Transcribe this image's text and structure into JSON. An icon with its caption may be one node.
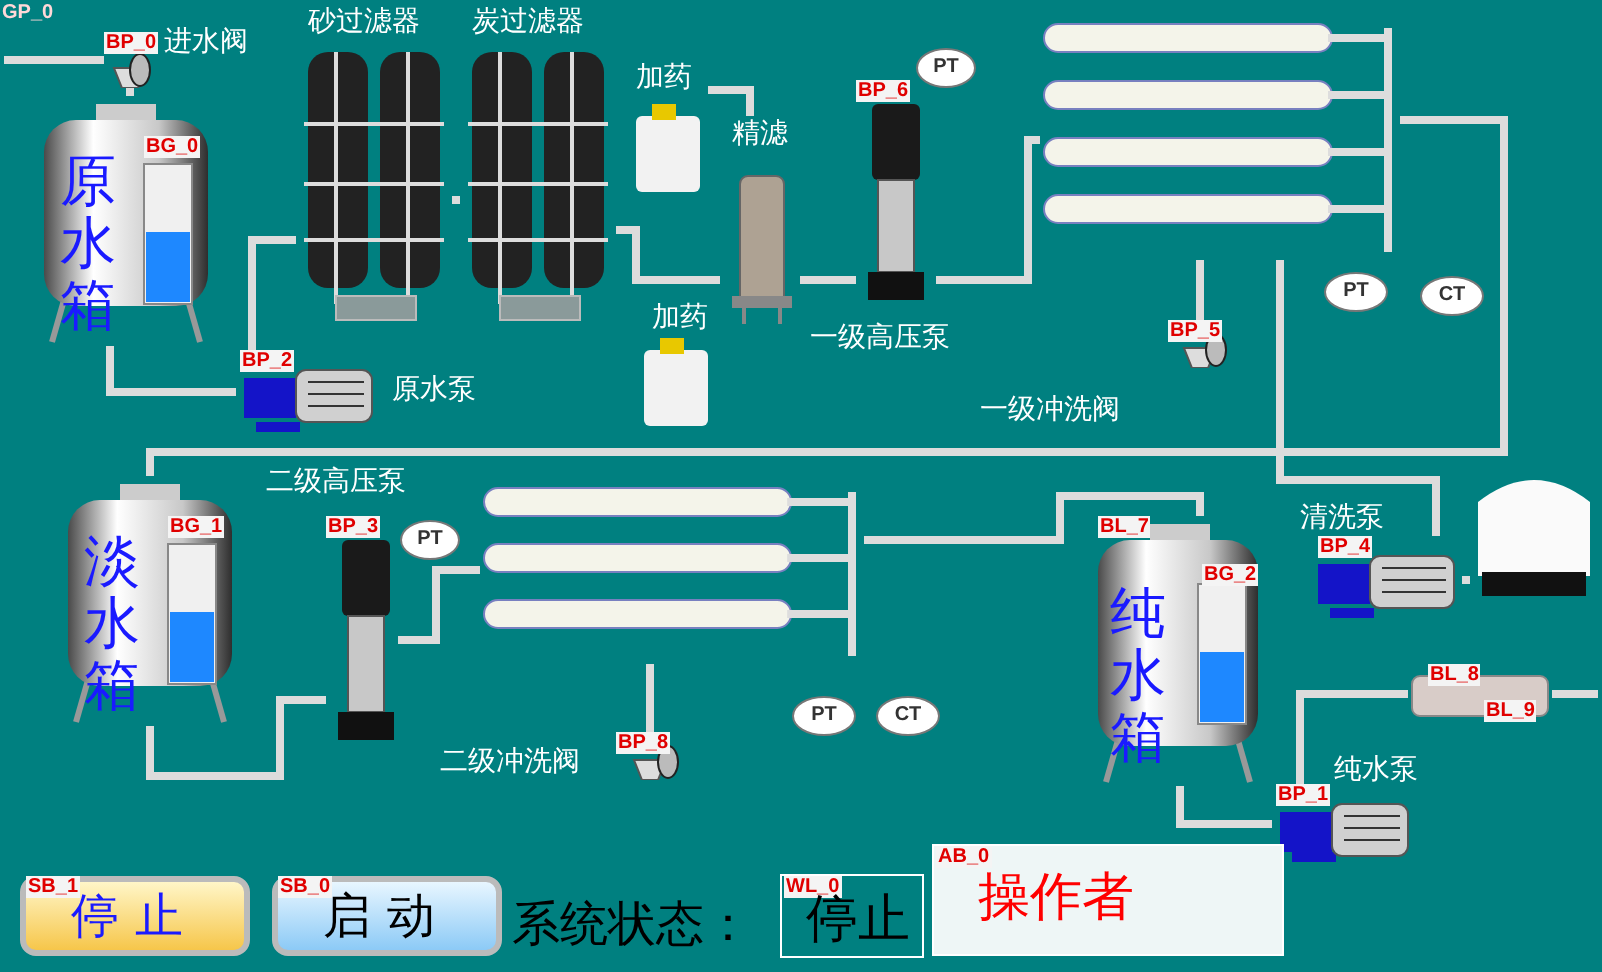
{
  "diagram": {
    "nodes": [
      {
        "text": [
          "原水箱",
          "BG_0"
        ]
      },
      {
        "text": [
          "BP_0"
        ],
        "beside": [
          "进水阀"
        ]
      },
      {
        "text": [
          "砂过滤器"
        ]
      },
      {
        "text": [
          "炭过滤器"
        ]
      },
      {
        "text": [
          "加药"
        ]
      },
      {
        "text": [
          "精滤"
        ]
      },
      {
        "text": [
          "BP_6"
        ],
        "beside": [
          "一级高压泵"
        ]
      },
      {
        "text": [
          "PT"
        ]
      },
      {
        "text": [
          "加药"
        ]
      },
      {
        "text": [
          "BP_2"
        ],
        "beside": [
          "原水泵"
        ]
      },
      {
        "text": [],
        "shape": "cylinder"
      },
      {
        "text": [
          "BP_5"
        ],
        "beside": [
          "一级冲洗阀"
        ]
      },
      {
        "text": [
          "PT"
        ]
      },
      {
        "text": [
          "CT"
        ]
      },
      {
        "text": [
          "淡水箱",
          "BG_1"
        ]
      },
      {
        "text": [
          "BP_3"
        ],
        "beside": [
          "二级高压泵"
        ]
      },
      {
        "text": [
          "PT"
        ]
      },
      {
        "text": [],
        "shape": "cylinder"
      },
      {
        "text": [
          "BP_8"
        ],
        "beside": [
          "二级冲洗阀"
        ]
      },
      {
        "text": [
          "PT"
        ]
      },
      {
        "text": [
          "CT"
        ]
      },
      {
        "text": [
          "纯水箱",
          "BG_2",
          "BL_7"
        ]
      },
      {
        "text": [
          "BP_4"
        ],
        "beside": [
          "清洗泵"
        ]
      },
      {
        "text": [],
        "shape": "cylinder"
      },
      {
        "text": [
          "BL_8",
          "BL_9"
        ]
      },
      {
        "text": [
          "BP_1"
        ],
        "beside": [
          "纯水泵"
        ]
      },
      {
        "text": [
          "SB_1",
          "停止"
        ]
      },
      {
        "text": [
          "SB_0",
          "启动"
        ]
      },
      {
        "text": [
          "WL_0",
          "停止"
        ]
      },
      {
        "text": [
          "AB_0",
          "操作者"
        ]
      }
    ],
    "edges": [
      {
        "from": null,
        "to": 1,
        "arrow": "none"
      },
      {
        "from": 1,
        "to": 0,
        "arrow": "none"
      },
      {
        "from": 0,
        "to": 9,
        "arrow": "none"
      },
      {
        "from": 9,
        "to": 2,
        "arrow": "none"
      },
      {
        "from": 2,
        "to": 3,
        "arrow": "none"
      },
      {
        "from": 3,
        "to": 5,
        "arrow": "none"
      },
      {
        "from": 4,
        "to": 5,
        "arrow": "none"
      },
      {
        "from": 5,
        "to": 6,
        "arrow": "none"
      },
      {
        "from": 6,
        "to": 10,
        "arrow": "none"
      },
      {
        "from": 10,
        "to": 11,
        "arrow": "none"
      },
      {
        "from": 10,
        "to": 14,
        "arrow": "none"
      },
      {
        "from": 14,
        "to": 15,
        "arrow": "none"
      },
      {
        "from": 15,
        "to": 17,
        "arrow": "none"
      },
      {
        "from": 17,
        "to": 18,
        "arrow": "none"
      },
      {
        "from": 17,
        "to": 21,
        "arrow": "none"
      },
      {
        "from": 21,
        "to": 25,
        "arrow": "none"
      },
      {
        "from": 25,
        "to": 24,
        "arrow": "none"
      },
      {
        "from": 24,
        "to": null,
        "arrow": "none"
      },
      {
        "from": 22,
        "to": 23,
        "arrow": "none"
      },
      {
        "from": 10,
        "to": 22,
        "arrow": "none"
      }
    ],
    "labels": [
      "GP_0",
      "系统状态："
    ]
  }
}
